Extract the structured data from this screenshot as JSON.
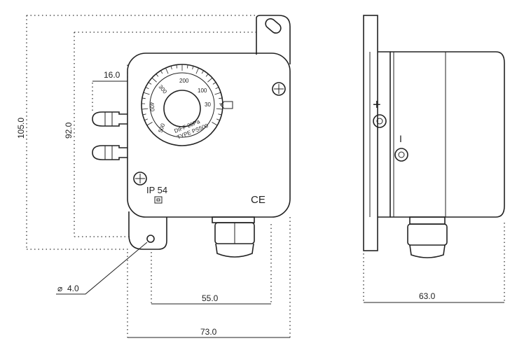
{
  "dimensions": {
    "height_total": "105.0",
    "height_inner": "92.0",
    "port_offset": "16.0",
    "hole_diameter": "4.0",
    "hole_spacing": "55.0",
    "width_total": "73.0",
    "depth": "63.0"
  },
  "dial": {
    "scale_labels": [
      "200",
      "100",
      "300",
      "400",
      "30",
      "500"
    ],
    "diff_text": "DIFF 20Pa",
    "type_text": "TYPE PS500"
  },
  "markings": {
    "ip_rating": "IP 54",
    "ce_mark": "CE",
    "plus_sign": "+",
    "minus_sign": "I"
  },
  "symbols": {
    "diameter": "⌀"
  },
  "icons": [
    "screw-icon",
    "ce-mark-icon",
    "cable-gland-icon",
    "pressure-port-icon"
  ]
}
